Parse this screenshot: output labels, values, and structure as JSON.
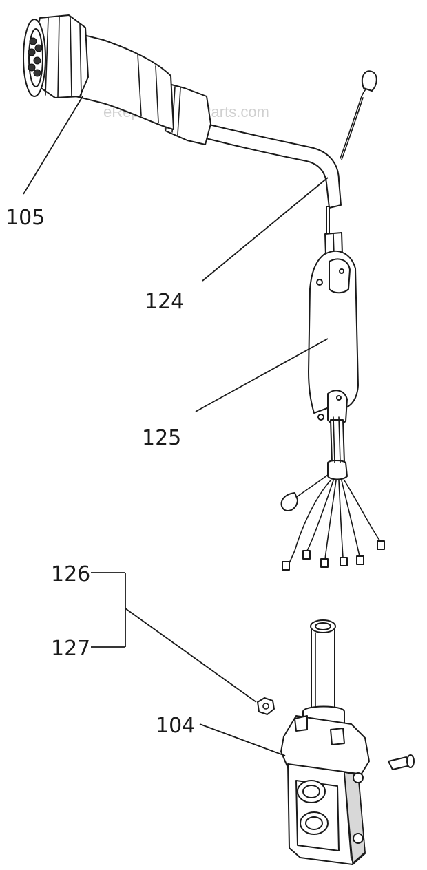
{
  "watermark": "eReplacementParts.com",
  "callouts": [
    {
      "id": "105",
      "label": "105"
    },
    {
      "id": "124",
      "label": "124"
    },
    {
      "id": "125",
      "label": "125"
    },
    {
      "id": "126",
      "label": "126"
    },
    {
      "id": "127",
      "label": "127"
    },
    {
      "id": "104",
      "label": "104"
    }
  ],
  "colors": {
    "line": "#1a1a1a",
    "watermark": "#d0d0d0",
    "background": "#ffffff"
  }
}
